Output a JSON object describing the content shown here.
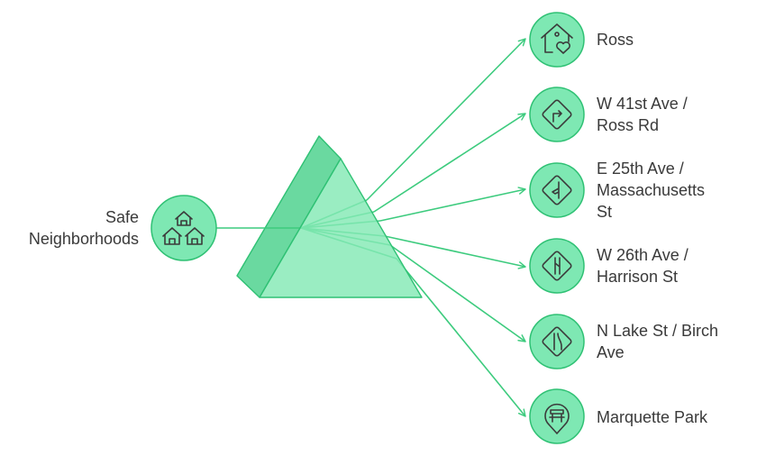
{
  "colors": {
    "node_fill": "#7ee8b3",
    "node_stroke": "#2fc174",
    "line": "#3dcb7e",
    "prism_front": "#84e9b5",
    "prism_side": "#6ad9a0",
    "icon": "#3b3b3b",
    "text": "#3a3a3a"
  },
  "source": {
    "label": "Safe\nNeighborhoods",
    "icon": "houses-icon"
  },
  "outputs": [
    {
      "label": "Ross",
      "icon": "house-heart-icon"
    },
    {
      "label": "W 41st Ave /\nRoss Rd",
      "icon": "turn-right-sign-icon"
    },
    {
      "label": "E 25th Ave /\nMassachusetts\nSt",
      "icon": "side-road-sign-icon"
    },
    {
      "label": "W 26th Ave /\nHarrison St",
      "icon": "merge-sign-icon"
    },
    {
      "label": "N Lake St / Birch\nAve",
      "icon": "lane-curve-sign-icon"
    },
    {
      "label": "Marquette Park",
      "icon": "park-bench-pin-icon"
    }
  ]
}
